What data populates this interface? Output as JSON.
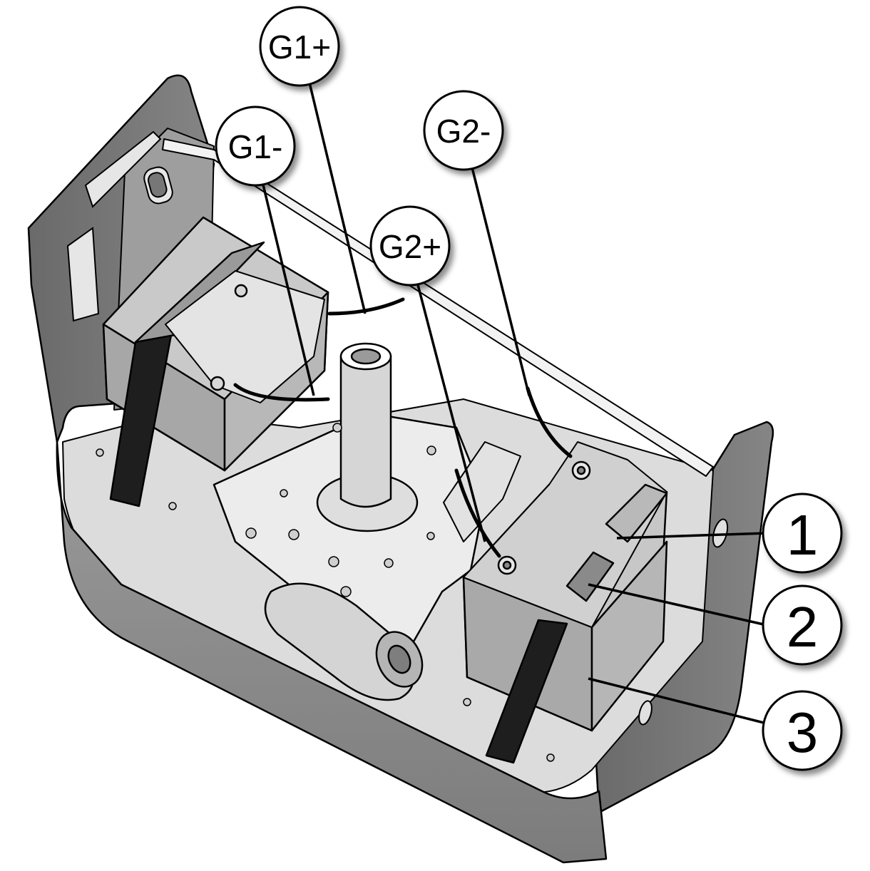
{
  "callouts": {
    "g1_plus": "G1+",
    "g1_minus": "G1-",
    "g2_minus": "G2-",
    "g2_plus": "G2+",
    "one": "1",
    "two": "2",
    "three": "3"
  },
  "colors": {
    "housing": "#8e8e8e",
    "housing_dark": "#6f6f6f",
    "housing_light": "#b4b4b4",
    "panel_light": "#e9e9e9",
    "strap": "#1e1e1e",
    "battery": "#a9a9a9",
    "outline": "#000000",
    "bubble": "#ffffff"
  }
}
